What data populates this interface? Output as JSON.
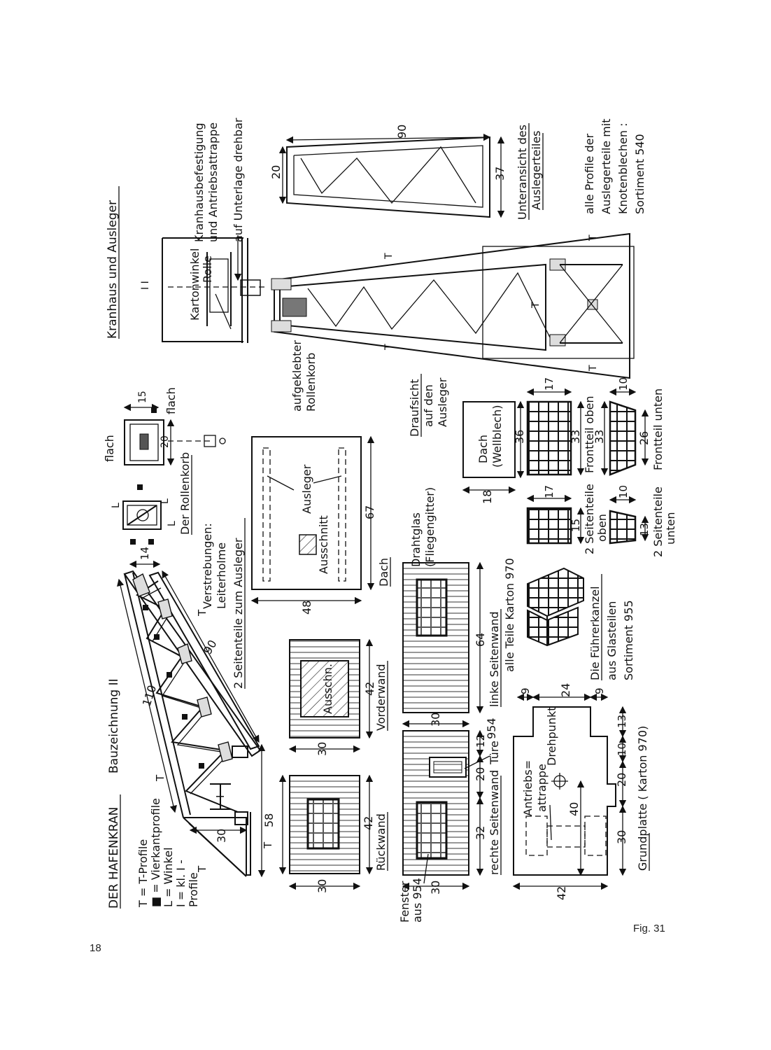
{
  "page_number": "18",
  "figure_label": "Fig. 31",
  "title": {
    "main": "DER HAFENKRAN",
    "sub": "Bauzeichnung II"
  },
  "legend": {
    "line1": "T = T-Profile",
    "line2": "■ = Vierkantprofile",
    "line3": "L = Winkel",
    "line4": "I = kl. I -",
    "line5": "Profile"
  },
  "boom_side": {
    "dim_110": "110",
    "dim_90": "90",
    "dim_14": "14",
    "dim_30": "30",
    "dim_58": "58",
    "label_T": "T",
    "label_I": "I",
    "caption_line1": "Verstrebungen:",
    "caption_line2": "Leiterholme",
    "caption_underlined": "2 Seitenteile zum Ausleger"
  },
  "rollenkorb": {
    "flach1": "flach",
    "flach2": "flach",
    "dim_15": "15",
    "dim_20": "20",
    "label_L1": "L",
    "label_L2": "L",
    "label_L3": "L",
    "caption": "Der Rollenkorb"
  },
  "kranhaus": {
    "heading": "Kranhaus und Ausleger",
    "kartonwinkel": "Kartonwinkel",
    "rolle": "Rolle",
    "befestigung_line1": "Kranhausbefestigung",
    "befestigung_line2": "und Antriebsattrappe",
    "unterlage": "auf Unterlage drehbar",
    "aufgeklebter_line1": "aufgeklebter",
    "aufgeklebter_line2": "Rollenkorb",
    "draufsicht_line1": "Draufsicht",
    "draufsicht_line2": "auf den",
    "draufsicht_line3": "Ausleger",
    "unteransicht_line1": "Unteransicht des",
    "unteransicht_line2": "Auslegerteiles",
    "dim_20": "20",
    "dim_90": "90",
    "dim_37": "37",
    "profile_line1": "alle Profile der",
    "profile_line2": "Auslegerteile mit",
    "profile_line3": "Knotenblechen :",
    "profile_line4": "Sortiment 540"
  },
  "walls": {
    "rueckwand": "Rückwand",
    "vorderwand": "Vorderwand",
    "ausschn": "Ausschn.",
    "dim_30a": "30",
    "dim_42a": "42",
    "dim_30b": "30",
    "dim_42b": "42",
    "dach": "Dach",
    "dach_ausleger": "Ausleger",
    "dach_ausschnitt": "Ausschnitt",
    "dim_48": "48",
    "dim_67": "67"
  },
  "seitenwand": {
    "fenster_line1": "Fenster",
    "fenster_line2": "aus 954",
    "dim_30a": "30",
    "dim_32": "32",
    "dim_20": "20",
    "dim_12": "12",
    "tuere": "Türe",
    "tuere_nr": "954",
    "rechte": "rechte Seitenwand",
    "dim_30b": "30",
    "dim_64": "64",
    "linke": "linke Seitenwand",
    "alle_teile": "alle Teile Karton 970",
    "drahtglas_line1": "Drahtglas",
    "drahtglas_line2": "(Fliegengitter)"
  },
  "grundplatte": {
    "antriebs_line1": "Antriebs=",
    "antriebs_line2": "attrappe",
    "drehpunkt": "Drehpunkt",
    "dim_42": "42",
    "dim_30": "30",
    "dim_40": "40",
    "dim_20": "20",
    "dim_10": "10",
    "dim_13": "13",
    "dim_9a": "9",
    "dim_24": "24",
    "dim_9b": "9",
    "caption": "Grundplatte ( Karton 970)"
  },
  "kanzel": {
    "dach_line1": "Dach",
    "dach_line2": "(Wellblech)",
    "dim_36": "36",
    "dim_18": "18",
    "dim_17a": "17",
    "dim_33a": "33",
    "dim_33b": "33",
    "frontteil_oben": "Frontteil oben",
    "dim_10a": "10",
    "dim_26": "26",
    "frontteil_unten": "Frontteil unten",
    "dim_17b": "17",
    "dim_15": "15",
    "seitenteile_oben_line1": "2 Seitenteile",
    "seitenteile_oben_line2": "oben",
    "dim_10b": "10",
    "dim_13": "13",
    "seitenteile_unten_line1": "2 Seitenteile",
    "seitenteile_unten_line2": "unten",
    "caption_underlined": "Die Führerkanzel",
    "caption_line2": "aus Glasteilen",
    "caption_line3": "Sortiment 955"
  }
}
